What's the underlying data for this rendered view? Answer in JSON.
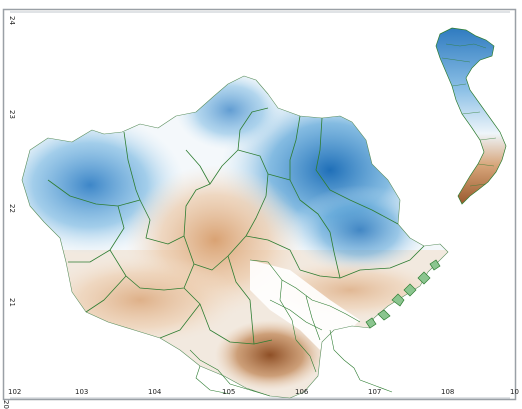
{
  "map": {
    "x_ticks": [
      "102",
      "103",
      "104",
      "105",
      "106",
      "107",
      "108",
      "10"
    ],
    "y_ticks": [
      "24",
      "23",
      "22",
      "21",
      "20"
    ],
    "colors": {
      "blue_dark": "#1f6fb8",
      "blue_mid": "#5fa7d9",
      "blue_light": "#cfe6f5",
      "white": "#f7fbfd",
      "tan_light": "#f0dcc8",
      "tan": "#e2b48d",
      "brown": "#9a5a2e",
      "boundary": "#2e7d32"
    }
  }
}
